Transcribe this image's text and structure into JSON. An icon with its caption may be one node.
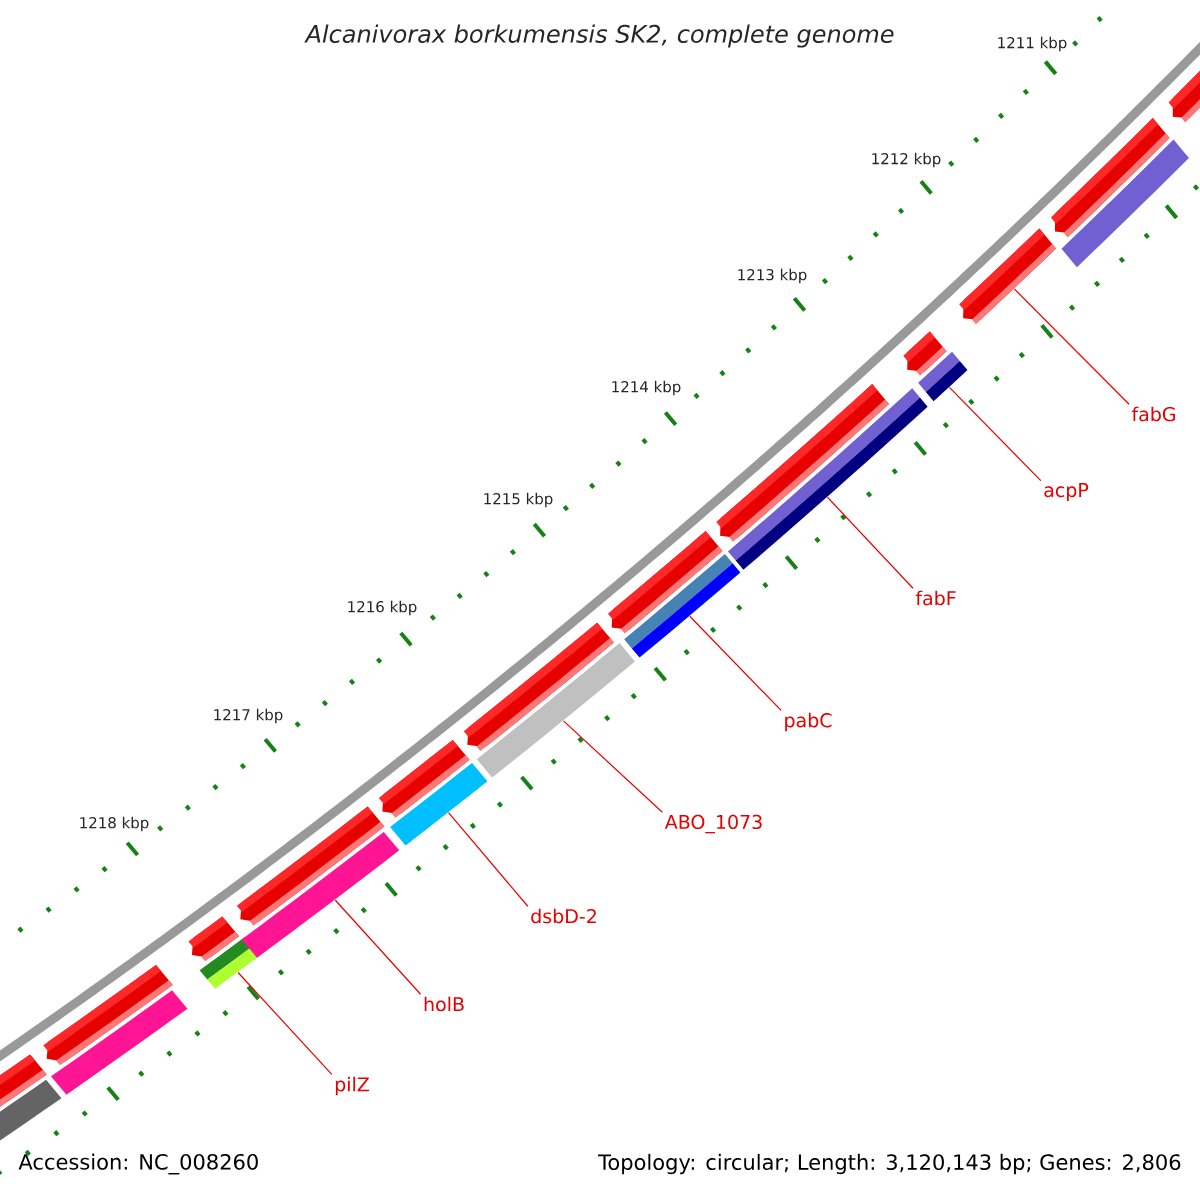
{
  "diagram": {
    "title": "Alcanivorax borkumensis SK2, complete genome",
    "nodes": [
      {
        "text": [
          "fabG"
        ]
      },
      {
        "text": [
          "acpP"
        ]
      },
      {
        "text": [
          "fabF"
        ]
      },
      {
        "text": [
          "pabC"
        ]
      },
      {
        "text": [
          "ABO_1073"
        ]
      },
      {
        "text": [
          "dsbD-2"
        ]
      },
      {
        "text": [
          "holB"
        ]
      },
      {
        "text": [
          "pilZ"
        ]
      },
      {
        "text": [],
        "shape": "bar"
      },
      {
        "text": [],
        "shape": "bar"
      },
      {
        "text": [],
        "shape": "bar"
      },
      {
        "text": [],
        "shape": "bar"
      },
      {
        "text": [],
        "shape": "bar"
      },
      {
        "text": [],
        "shape": "bar"
      },
      {
        "text": [],
        "shape": "bar"
      },
      {
        "text": [],
        "shape": "bar"
      },
      {
        "text": [],
        "shape": "bar"
      },
      {
        "text": [],
        "shape": "bar"
      },
      {
        "text": [],
        "shape": "bar"
      },
      {
        "text": [],
        "shape": "bar"
      }
    ],
    "edges": [
      {
        "from": 0,
        "to": 17,
        "arrow": "none"
      },
      {
        "from": 1,
        "to": 16,
        "arrow": "none"
      },
      {
        "from": 2,
        "to": 15,
        "arrow": "none"
      },
      {
        "from": 3,
        "to": 14,
        "arrow": "none"
      },
      {
        "from": 4,
        "to": 13,
        "arrow": "none"
      },
      {
        "from": 5,
        "to": 12,
        "arrow": "none"
      },
      {
        "from": 6,
        "to": 11,
        "arrow": "none"
      },
      {
        "from": 7,
        "to": 10,
        "arrow": "none"
      }
    ],
    "labels": [
      "1211 kbp",
      "1212 kbp",
      "1213 kbp",
      "1214 kbp",
      "1215 kbp",
      "1216 kbp",
      "1217 kbp",
      "1218 kbp",
      "Accession: NC_008260",
      "Topology: circular; Length: 3,120,143 bp; Genes: 2,806"
    ]
  }
}
